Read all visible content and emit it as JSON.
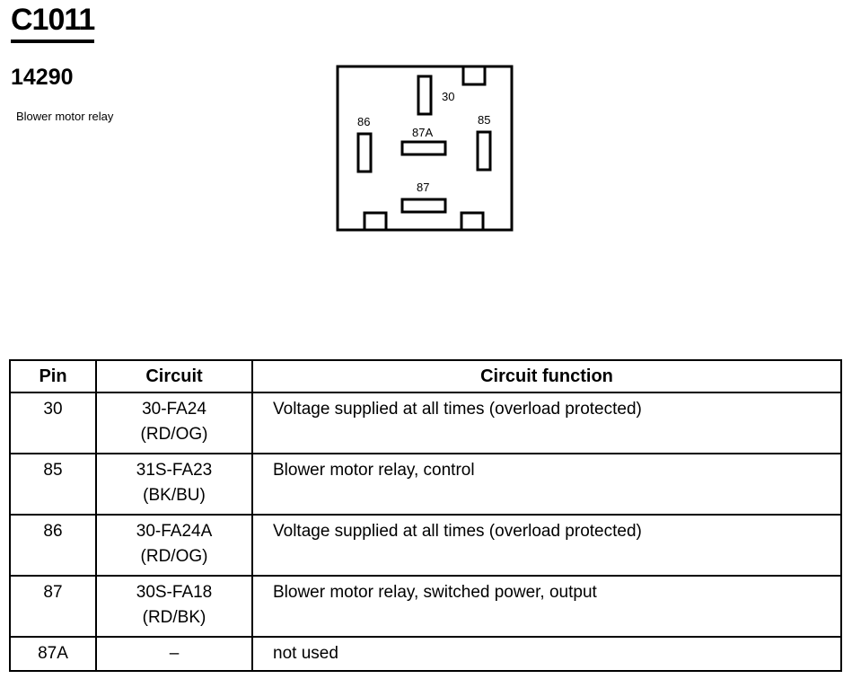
{
  "header": {
    "connector_id": "C1011",
    "part_number": "14290",
    "description": "Blower motor relay"
  },
  "connector_view": {
    "pins": {
      "p30": "30",
      "p86": "86",
      "p85": "85",
      "p87A": "87A",
      "p87": "87"
    }
  },
  "pin_table": {
    "headers": [
      "Pin",
      "Circuit",
      "Circuit function"
    ],
    "rows": [
      {
        "pin": "30",
        "circuit": "30-FA24",
        "color": "(RD/OG)",
        "function": "Voltage supplied at all times (overload protected)"
      },
      {
        "pin": "85",
        "circuit": "31S-FA23",
        "color": "(BK/BU)",
        "function": "Blower motor relay, control"
      },
      {
        "pin": "86",
        "circuit": "30-FA24A",
        "color": "(RD/OG)",
        "function": "Voltage supplied at all times (overload protected)"
      },
      {
        "pin": "87",
        "circuit": "30S-FA18",
        "color": "(RD/BK)",
        "function": "Blower motor relay, switched power, output"
      },
      {
        "pin": "87A",
        "circuit": "–",
        "color": "",
        "function": "not used"
      }
    ]
  }
}
